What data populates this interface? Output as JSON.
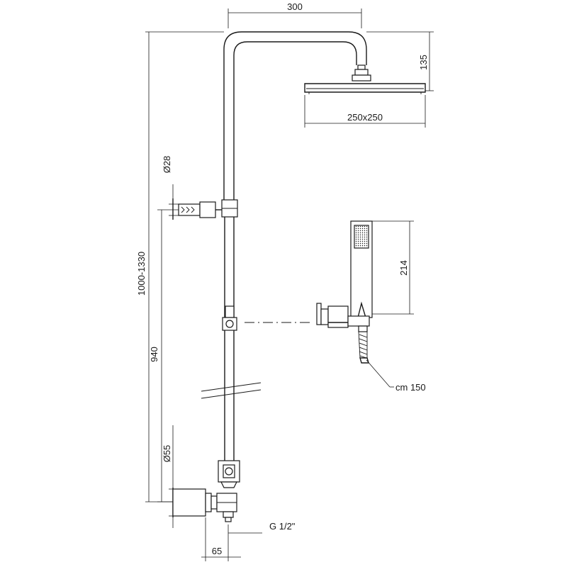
{
  "dimensions": {
    "width_arm": "300",
    "height_head": "135",
    "head_size": "250x250",
    "diameter_bar": "Ø28",
    "column_height": "1000-1330",
    "handset_length": "214",
    "wall_to_bracket": "940",
    "diameter_mixer": "Ø55",
    "hose_length": "cm 150",
    "connection": "G 1/2\"",
    "wall_offset": "65"
  }
}
